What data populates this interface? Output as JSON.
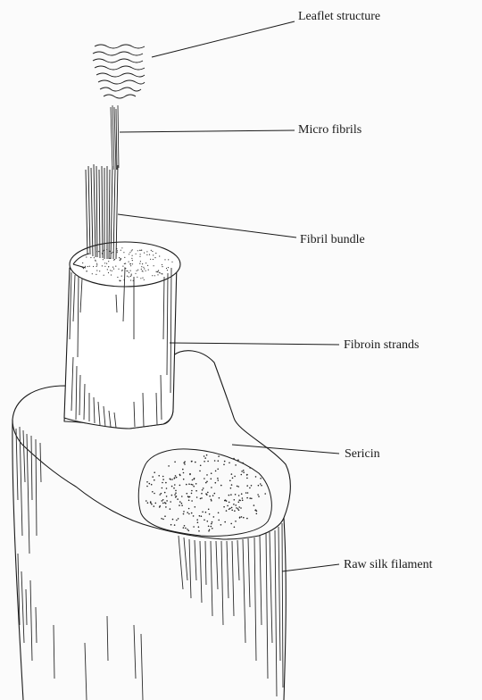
{
  "labels": {
    "leaflet_structure": "Leaflet structure",
    "micro_fibrils": "Micro fibrils",
    "fibril_bundle": "Fibril bundle",
    "fibroin_strands": "Fibroin strands",
    "sericin": "Sericin",
    "raw_silk_filament": "Raw silk filament"
  },
  "colors": {
    "ink": "#1a1a1a",
    "paper": "#fbfbfb"
  }
}
